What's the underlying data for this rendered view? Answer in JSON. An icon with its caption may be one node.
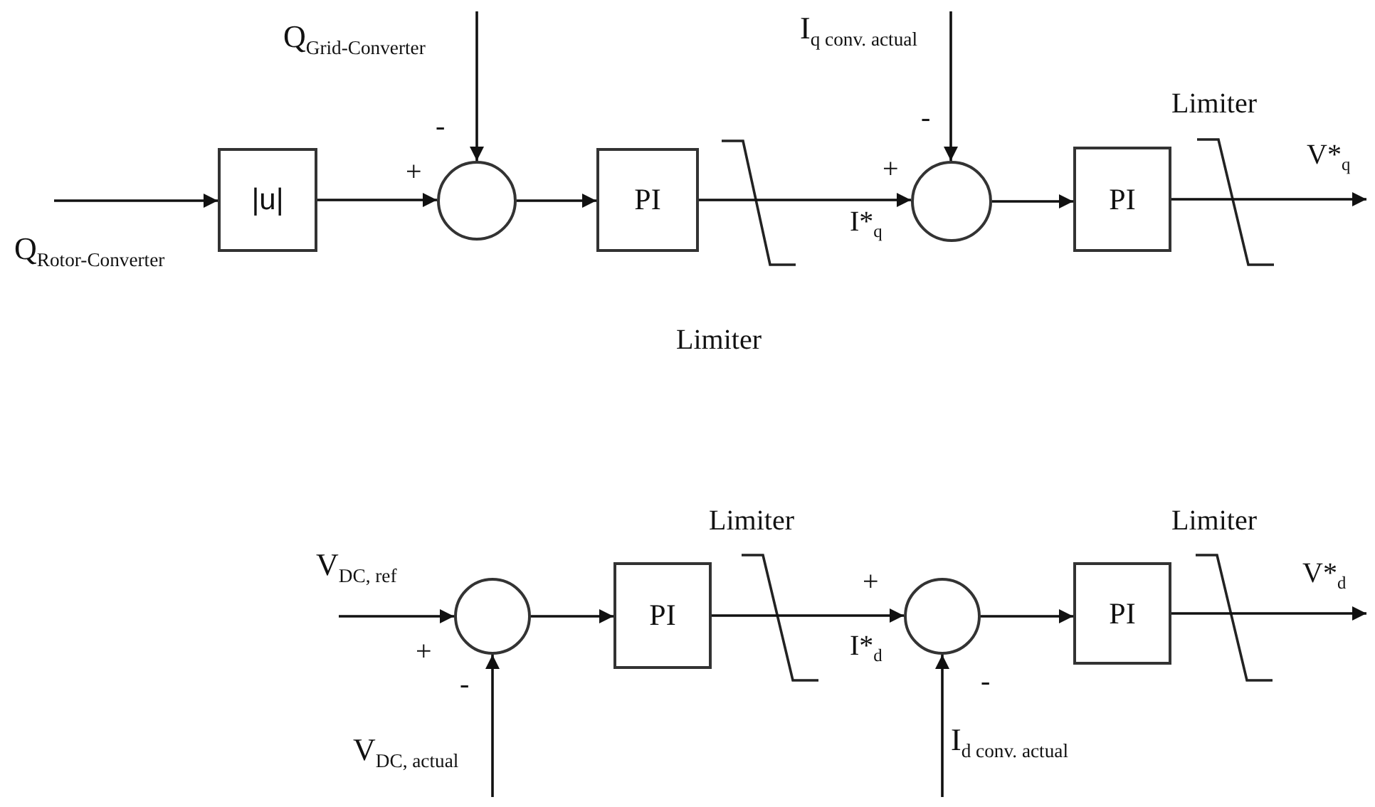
{
  "diagram": {
    "nodes": [
      {
        "text": [
          "|u|"
        ]
      },
      {
        "text": [],
        "shape": "circle"
      },
      {
        "text": [
          "PI"
        ]
      },
      {
        "text": [],
        "shape": "circle"
      },
      {
        "text": [
          "PI"
        ]
      },
      {
        "text": [],
        "shape": "circle"
      },
      {
        "text": [
          "PI"
        ]
      },
      {
        "text": [],
        "shape": "circle"
      },
      {
        "text": [
          "PI"
        ]
      }
    ],
    "edges": [
      {
        "from": null,
        "to": 0,
        "arrow": "to"
      },
      {
        "from": 0,
        "to": 1,
        "arrow": "to"
      },
      {
        "from": null,
        "to": 1,
        "arrow": "to"
      },
      {
        "from": 1,
        "to": 2,
        "arrow": "to"
      },
      {
        "from": 2,
        "to": 3,
        "arrow": "to"
      },
      {
        "from": null,
        "to": 3,
        "arrow": "to"
      },
      {
        "from": 3,
        "to": 4,
        "arrow": "to"
      },
      {
        "from": 4,
        "to": null,
        "arrow": "to"
      },
      {
        "from": null,
        "to": 5,
        "arrow": "to"
      },
      {
        "from": null,
        "to": 5,
        "arrow": "to"
      },
      {
        "from": 5,
        "to": 6,
        "arrow": "to"
      },
      {
        "from": 6,
        "to": 7,
        "arrow": "to"
      },
      {
        "from": null,
        "to": 7,
        "arrow": "to"
      },
      {
        "from": 7,
        "to": 8,
        "arrow": "to"
      },
      {
        "from": 8,
        "to": null,
        "arrow": "to"
      }
    ],
    "labels": [
      "Q$_{Grid-Converter}$",
      "I$_{q conv. actual}$",
      "Limiter",
      "-",
      "-",
      "V*$_{q}$",
      "+",
      "+",
      "Q$_{Rotor-Converter}$",
      "I*$_{q}$",
      "Limiter",
      "Limiter",
      "Limiter",
      "V$_{DC, ref}$",
      "V*$_{d}$",
      "+",
      "+",
      "I*$_{d}$",
      "-",
      "-",
      "V$_{DC, actual}$",
      "I$_{d conv. actual}$"
    ]
  }
}
